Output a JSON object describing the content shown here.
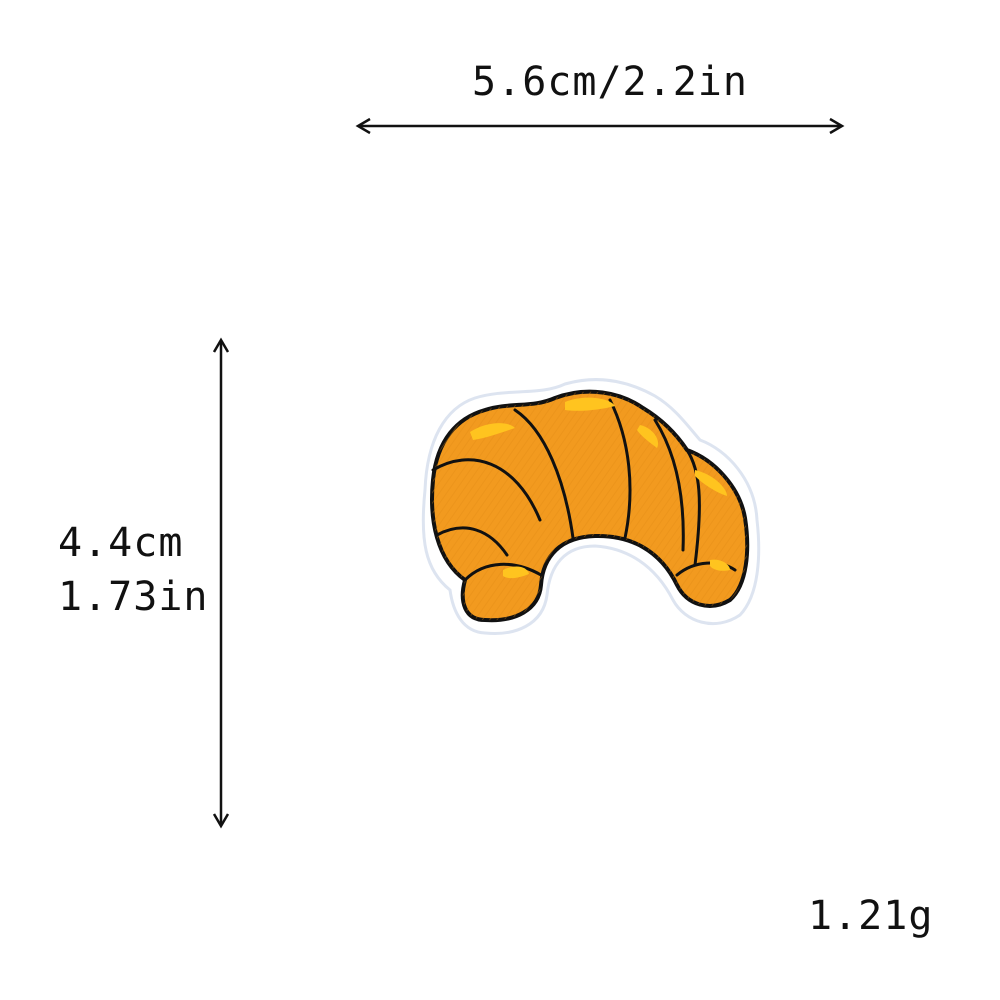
{
  "dimensions": {
    "width_text": "5.6cm/2.2in",
    "height_cm": "4.4cm",
    "height_in": "1.73in"
  },
  "weight_text": "1.21g",
  "product": {
    "icon": "croissant-icon",
    "colors": {
      "fill": "#f29a1f",
      "highlight": "#ffc41f",
      "outline": "#111111"
    }
  }
}
